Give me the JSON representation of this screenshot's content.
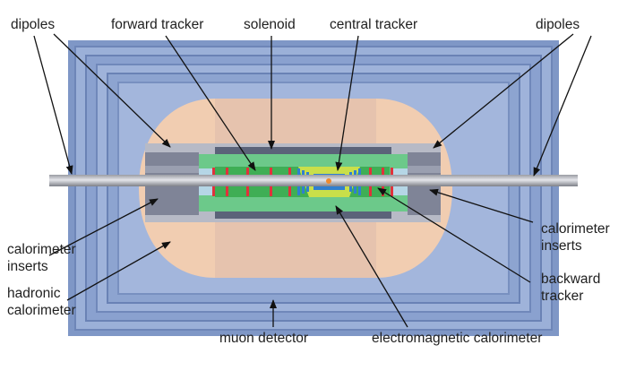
{
  "labels": {
    "dipoles_left": "dipoles",
    "forward_tracker": "forward tracker",
    "solenoid": "solenoid",
    "central_tracker": "central tracker",
    "dipoles_right": "dipoles",
    "calorimeter_inserts_right": [
      "calorimeter",
      "inserts"
    ],
    "backward_tracker": [
      "backward",
      "tracker"
    ],
    "calorimeter_inserts_left": [
      "calorimeter",
      "inserts"
    ],
    "hadronic_calorimeter": [
      "hadronic",
      "calorimeter"
    ],
    "muon_detector": "muon detector",
    "electromagnetic_calorimeter": "electromagnetic calorimeter"
  },
  "colors": {
    "muon": "#8fa5cf",
    "hadronic": "#f1cdb1",
    "em_calorimeter": "#6cc98a",
    "tracker_red": "#e0323c",
    "tracker_blue": "#2f7fd0",
    "central_yellow": "#c9df4a"
  }
}
